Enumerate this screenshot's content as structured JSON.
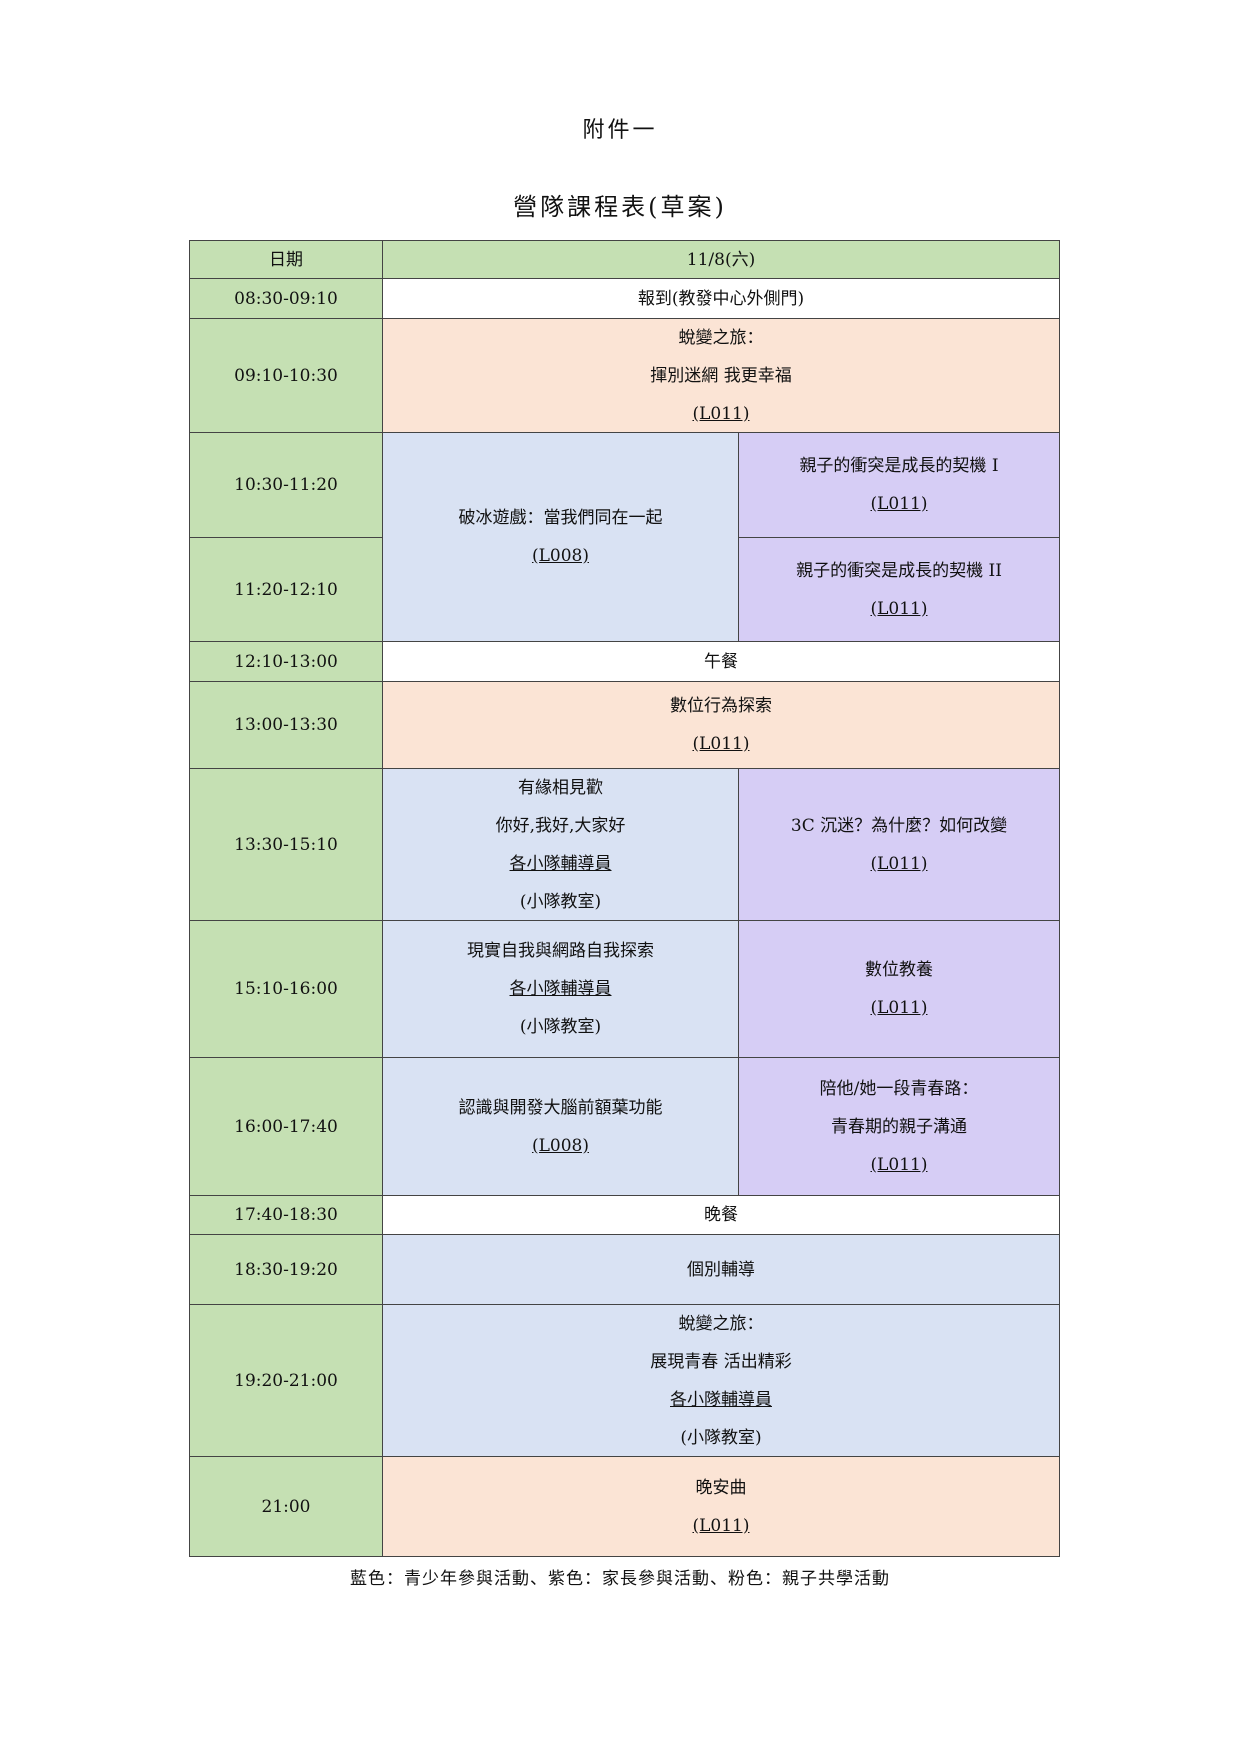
{
  "header": {
    "attachment": "附件一",
    "title": "營隊課程表(草案)"
  },
  "table": {
    "date_label": "日期",
    "date": "11/8(六)",
    "rows": [
      {
        "time": "08:30-09:10",
        "lines": [
          "報到(教發中心外側門)"
        ]
      },
      {
        "time": "09:10-10:30",
        "lines": [
          "蛻變之旅：",
          "揮別迷網 我更幸福",
          "(L011)"
        ]
      },
      {
        "time": "10:30-11:20",
        "youth": [
          "破冰遊戲：當我們同在一起",
          "(L008)"
        ],
        "parent": [
          "親子的衝突是成長的契機 I",
          "(L011)"
        ]
      },
      {
        "time": "11:20-12:10",
        "parent": [
          "親子的衝突是成長的契機 II",
          "(L011)"
        ]
      },
      {
        "time": "12:10-13:00",
        "lines": [
          "午餐"
        ]
      },
      {
        "time": "13:00-13:30",
        "lines": [
          "數位行為探索",
          "(L011)"
        ]
      },
      {
        "time": "13:30-15:10",
        "youth": [
          "有緣相見歡",
          "你好,我好,大家好",
          "各小隊輔導員",
          "(小隊教室)"
        ],
        "parent": [
          "3C 沉迷？為什麼？如何改變",
          "(L011)"
        ]
      },
      {
        "time": "15:10-16:00",
        "youth": [
          "現實自我與網路自我探索",
          "各小隊輔導員",
          "(小隊教室)"
        ],
        "parent": [
          "數位教養",
          "(L011)"
        ]
      },
      {
        "time": "16:00-17:40",
        "youth": [
          "認識與開發大腦前額葉功能",
          "(L008)"
        ],
        "parent": [
          "陪他/她一段青春路：",
          "青春期的親子溝通",
          "(L011)"
        ]
      },
      {
        "time": "17:40-18:30",
        "lines": [
          "晚餐"
        ]
      },
      {
        "time": "18:30-19:20",
        "lines": [
          "個別輔導"
        ]
      },
      {
        "time": "19:20-21:00",
        "lines": [
          "蛻變之旅：",
          "展現青春 活出精彩",
          "各小隊輔導員",
          "(小隊教室)"
        ]
      },
      {
        "time": "21:00",
        "lines": [
          "晚安曲",
          "(L011)"
        ]
      }
    ]
  },
  "legend": "藍色：青少年參與活動、紫色：家長參與活動、粉色：親子共學活動",
  "colors": {
    "time": "#c5e0b3",
    "family": "#fbe4d5",
    "youth": "#d9e2f3",
    "parent": "#d6cdf5"
  }
}
